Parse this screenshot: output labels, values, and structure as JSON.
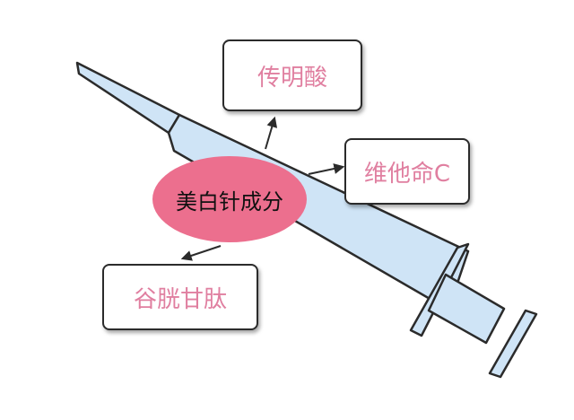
{
  "center_label": "美白针成分",
  "labels": {
    "top": "传明酸",
    "right": "维他命C",
    "left": "谷胱甘肽"
  },
  "colors": {
    "syringe_fill": "#cfe4f6",
    "outline": "#2b2b2b",
    "center_fill": "#ec6f8e",
    "label_text": "#e07fa0"
  }
}
